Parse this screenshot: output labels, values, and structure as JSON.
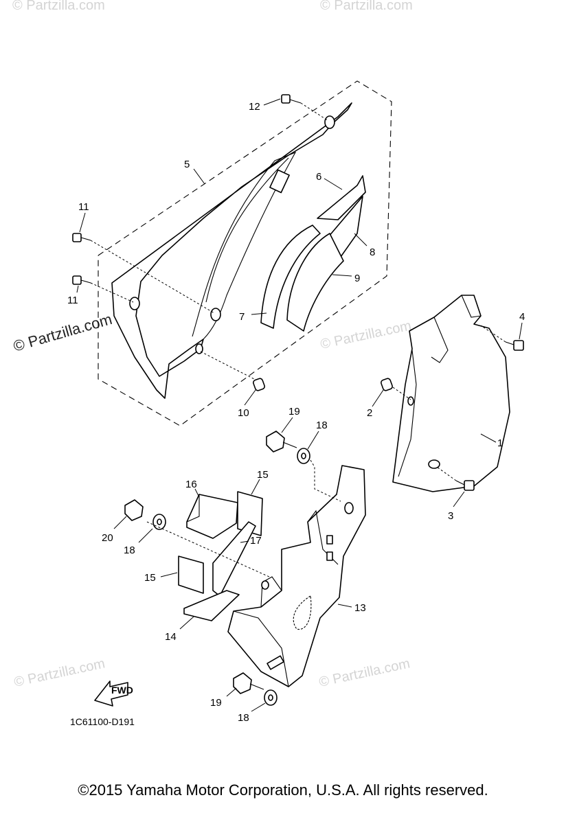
{
  "diagram": {
    "watermark_text": "© Partzilla.com",
    "diagram_code": "1C61100-D191",
    "fwd_label": "FWD",
    "callouts": {
      "c1": "1",
      "c2": "2",
      "c3": "3",
      "c4": "4",
      "c5": "5",
      "c6": "6",
      "c7": "7",
      "c8": "8",
      "c9": "9",
      "c10": "10",
      "c11a": "11",
      "c11b": "11",
      "c12": "12",
      "c13": "13",
      "c14": "14",
      "c15a": "15",
      "c15b": "15",
      "c16": "16",
      "c17": "17",
      "c18a": "18",
      "c18b": "18",
      "c18c": "18",
      "c19a": "19",
      "c19b": "19",
      "c20": "20"
    }
  },
  "footer": {
    "copyright": "©2015  Yamaha Motor Corporation, U.S.A. All rights reserved."
  }
}
